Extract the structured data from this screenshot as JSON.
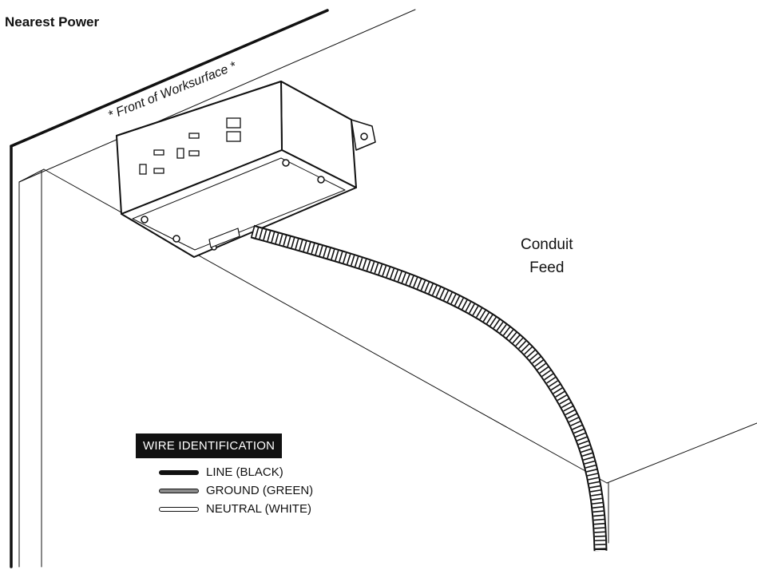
{
  "title": "Nearest Power",
  "edge_label": "* Front of Worksurface *",
  "callout": {
    "line1": "Conduit",
    "line2": "Feed"
  },
  "legend": {
    "title": "WIRE IDENTIFICATION",
    "items": [
      {
        "label": "LINE (BLACK)",
        "fill": "#111111",
        "stroke": "#111111"
      },
      {
        "label": "GROUND (GREEN)",
        "fill": "#8a8a8a",
        "stroke": "#111111"
      },
      {
        "label": "NEUTRAL (WHITE)",
        "fill": "#ffffff",
        "stroke": "#111111"
      }
    ]
  },
  "colors": {
    "line": "#111111",
    "background": "#ffffff"
  }
}
